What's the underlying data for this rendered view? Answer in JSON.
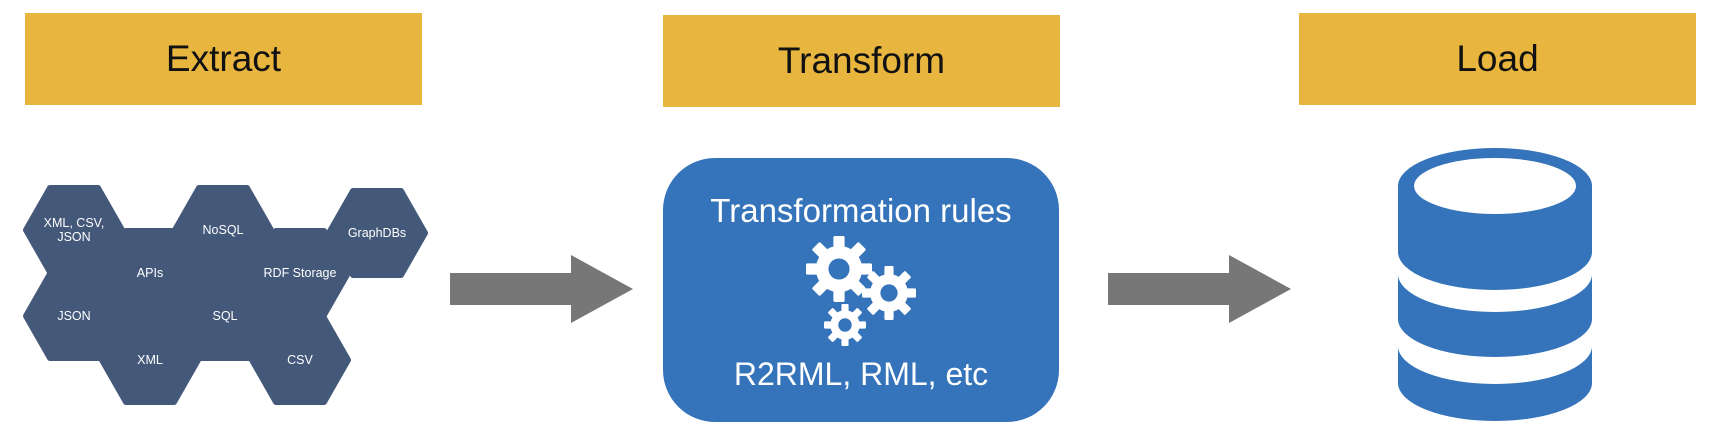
{
  "stages": {
    "extract": "Extract",
    "transform": "Transform",
    "load": "Load"
  },
  "sources": [
    "XML, CSV,\nJSON",
    "NoSQL",
    "GraphDBs",
    "APIs",
    "RDF Storage",
    "JSON",
    "SQL",
    "XML",
    "CSV"
  ],
  "transform_box": {
    "title": "Transformation rules",
    "subtitle": "R2RML, RML, etc"
  },
  "icons": {
    "gears": "gears-icon",
    "arrows": "right-arrow-icon",
    "database": "database-icon"
  },
  "colors": {
    "banner": "#E8B53E",
    "hexagon": "#44587A",
    "transform_box": "#3574BA",
    "arrow": "#777777",
    "database": "#3574BA"
  }
}
